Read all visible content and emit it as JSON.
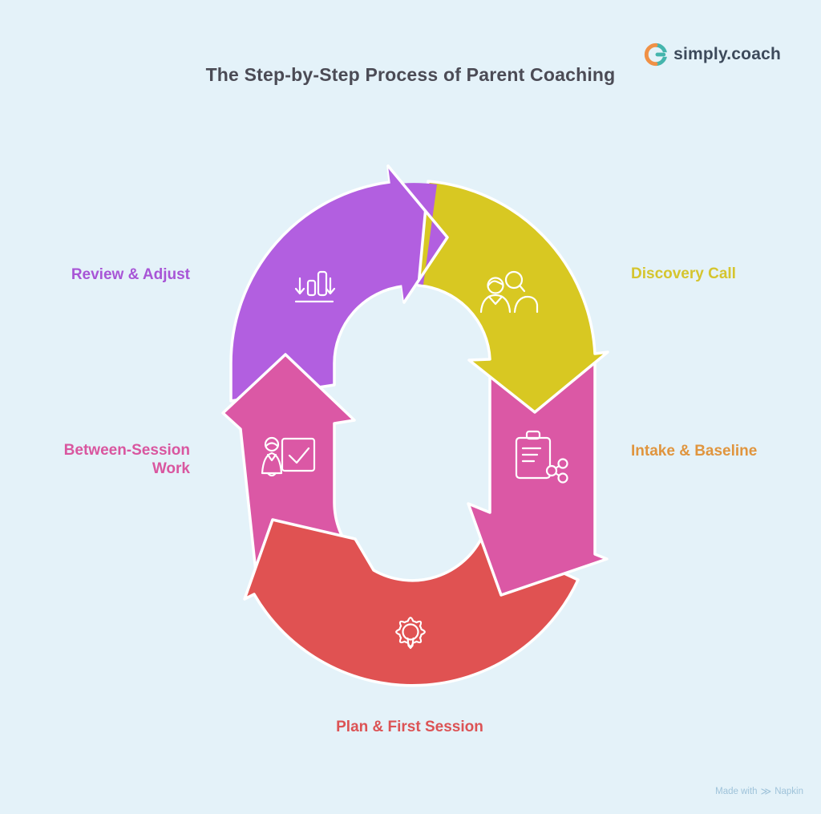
{
  "page": {
    "title": "The Step-by-Step Process of Parent Coaching",
    "background": "#e4f2f9"
  },
  "logo": {
    "text": "simply.coach",
    "icon": "simply-coach-mark-icon",
    "orange": "#f09146",
    "teal": "#45b5ad",
    "text_color": "#3d4a5b"
  },
  "attribution": {
    "prefix": "Made with",
    "brand": "Napkin",
    "icon": "napkin-logo-icon",
    "color": "#9fc3da"
  },
  "diagram": {
    "outline_color": "#ffffff",
    "icon_stroke": "#ffffff"
  },
  "steps": [
    {
      "id": "discovery-call",
      "label": "Discovery Call",
      "color": "#d8c822",
      "label_color": "#d5c52e",
      "icon": "people-icon"
    },
    {
      "id": "intake-baseline",
      "label": "Intake & Baseline",
      "color": "#db58a5",
      "label_color": "#e0953e",
      "icon": "clipboard-share-icon"
    },
    {
      "id": "plan-first-session",
      "label": "Plan & First Session",
      "color": "#e05252",
      "label_color": "#dc5355",
      "icon": "gear-lightbulb-icon"
    },
    {
      "id": "between-session-work",
      "label": "Between-Session Work",
      "color": "#db58a5",
      "label_color": "#d9569f",
      "icon": "presenter-check-icon"
    },
    {
      "id": "review-adjust",
      "label": "Review & Adjust",
      "color": "#b25fe0",
      "label_color": "#a855d6",
      "icon": "bar-chart-down-icon"
    }
  ]
}
